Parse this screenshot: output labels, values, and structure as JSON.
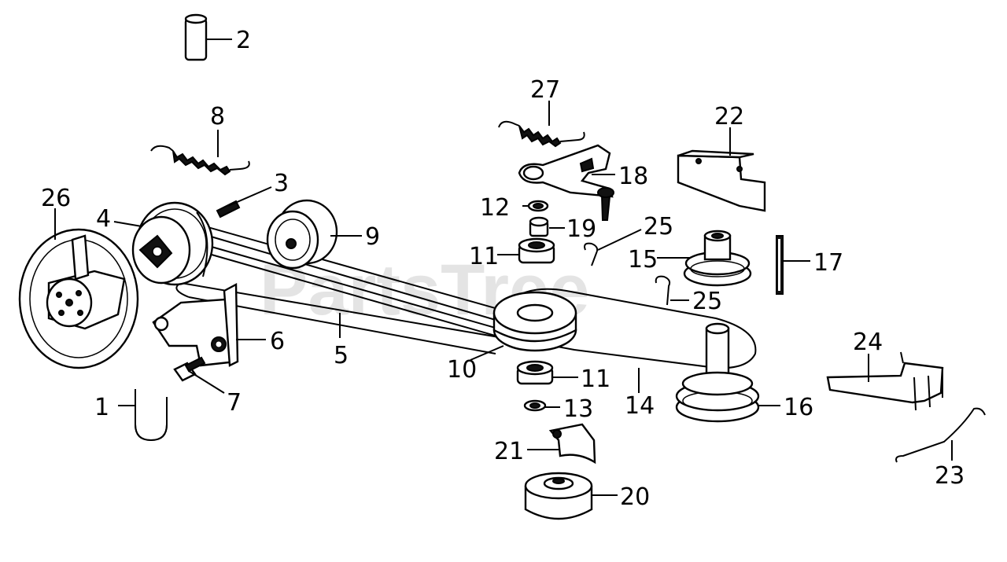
{
  "watermark": "PartsTree",
  "colors": {
    "ink": "#000000",
    "background": "#ffffff",
    "watermark": "#cfcfcf"
  },
  "callouts": {
    "c1": "1",
    "c2": "2",
    "c3": "3",
    "c4": "4",
    "c5": "5",
    "c6": "6",
    "c7": "7",
    "c8": "8",
    "c9": "9",
    "c10": "10",
    "c11a": "11",
    "c11b": "11",
    "c12": "12",
    "c13": "13",
    "c14": "14",
    "c15": "15",
    "c16": "16",
    "c17": "17",
    "c18": "18",
    "c19": "19",
    "c20": "20",
    "c21": "21",
    "c22": "22",
    "c23": "23",
    "c24": "24",
    "c25a": "25",
    "c25b": "25",
    "c26": "26",
    "c27": "27"
  }
}
